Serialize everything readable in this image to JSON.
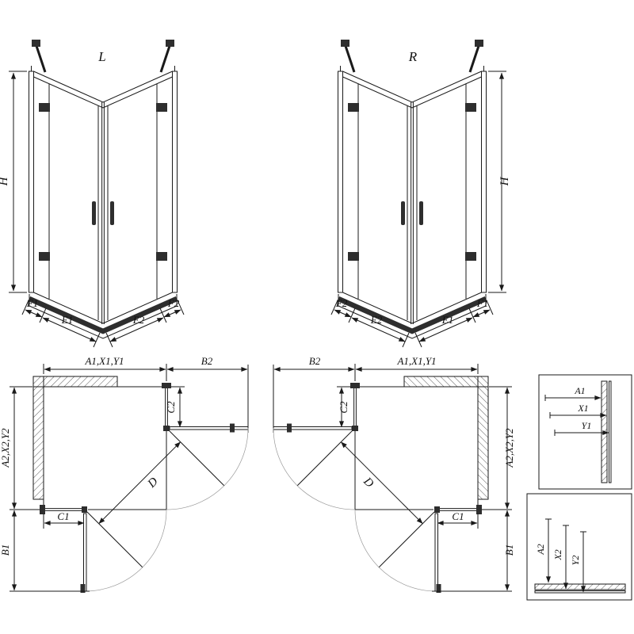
{
  "page": {
    "background": "#ffffff",
    "line_color": "#1a1a1a"
  },
  "perspective_left": {
    "view_label": "L",
    "height": "H",
    "dims": {
      "f1": "F1",
      "e1": "E1",
      "e2": "E2",
      "f2": "F2"
    }
  },
  "perspective_right": {
    "view_label": "R",
    "height": "H",
    "dims": {
      "f2": "F2",
      "e2": "E2",
      "e1": "E1",
      "f1": "F1"
    }
  },
  "plan_left": {
    "top_left": "A1,X1,Y1",
    "top_right": "B2",
    "return_top": "C2",
    "side": "A2,X2,Y2",
    "return_bottom": "C1",
    "door_bottom": "B1",
    "diagonal": "D"
  },
  "plan_right": {
    "top_left": "B2",
    "top_right": "A1,X1,Y1",
    "return_top": "C2",
    "side": "A2,X2,Y2",
    "return_bottom": "C1",
    "door_bottom": "B1",
    "diagonal": "D"
  },
  "detail_width": {
    "dims": [
      "A1",
      "X1",
      "Y1"
    ]
  },
  "detail_depth": {
    "dims": [
      "A2",
      "X2",
      "Y2"
    ]
  }
}
